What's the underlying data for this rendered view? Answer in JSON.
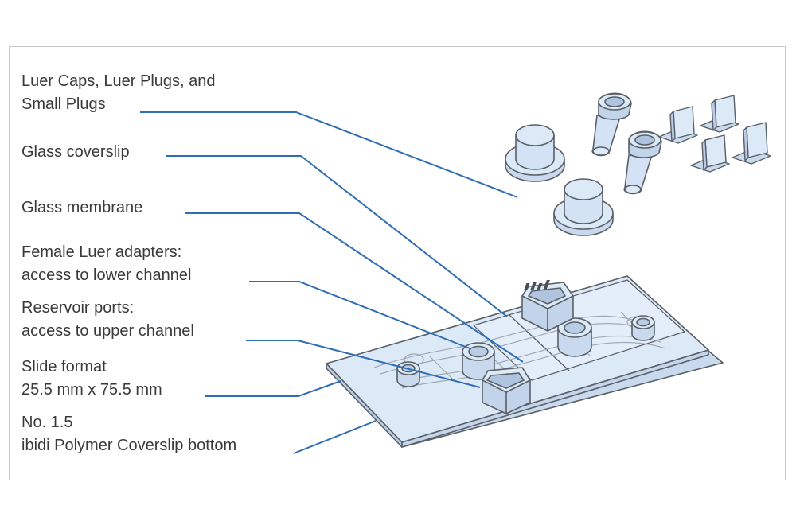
{
  "labels": {
    "caps": [
      "Luer Caps, Luer Plugs, and",
      "Small Plugs"
    ],
    "coverslip": [
      "Glass coverslip"
    ],
    "membrane": [
      "Glass membrane"
    ],
    "female": [
      "Female Luer adapters:",
      "access to lower channel"
    ],
    "reservoir": [
      "Reservoir ports:",
      "access to upper channel"
    ],
    "slide": [
      "Slide format",
      "25.5 mm x 75.5 mm"
    ],
    "bottom": [
      "No. 1.5",
      "ibidi Polymer Coverslip bottom"
    ]
  },
  "colors": {
    "leader": "#2f6db5",
    "part_fill": "#dce9f7",
    "part_stroke": "#5a5f66",
    "text": "#3a3a3a",
    "frame": "#c8c8c8"
  }
}
